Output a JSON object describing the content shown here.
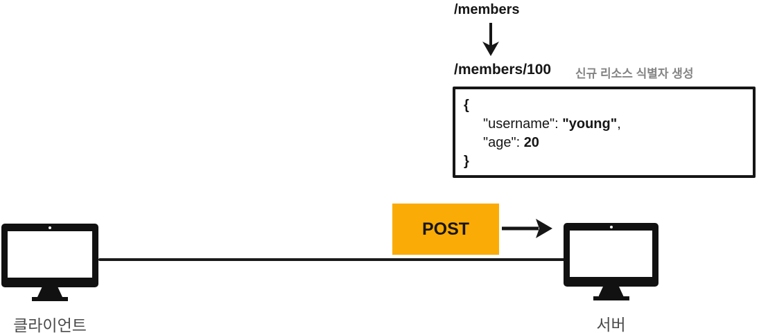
{
  "flow": {
    "uri_before": "/members",
    "uri_after": "/members/100",
    "annotation": "신규 리소스 식별자 생성"
  },
  "body": {
    "brace_open": "{",
    "username_key": "\"username\": ",
    "username_value": "\"young\"",
    "username_comma": ",",
    "age_key": "\"age\": ",
    "age_value": "20",
    "brace_close": "}"
  },
  "request": {
    "method": "POST"
  },
  "nodes": {
    "client_label": "클라이언트",
    "server_label": "서버"
  },
  "icons": {
    "down_arrow": "arrow-down-icon",
    "right_arrow": "arrow-right-icon",
    "client": "client-monitor-icon",
    "server": "server-monitor-icon"
  },
  "colors": {
    "accent_orange": "#FBAB05",
    "ink_black": "#161616",
    "annotation_gray": "#848484",
    "label_gray": "#4A4A4A"
  }
}
